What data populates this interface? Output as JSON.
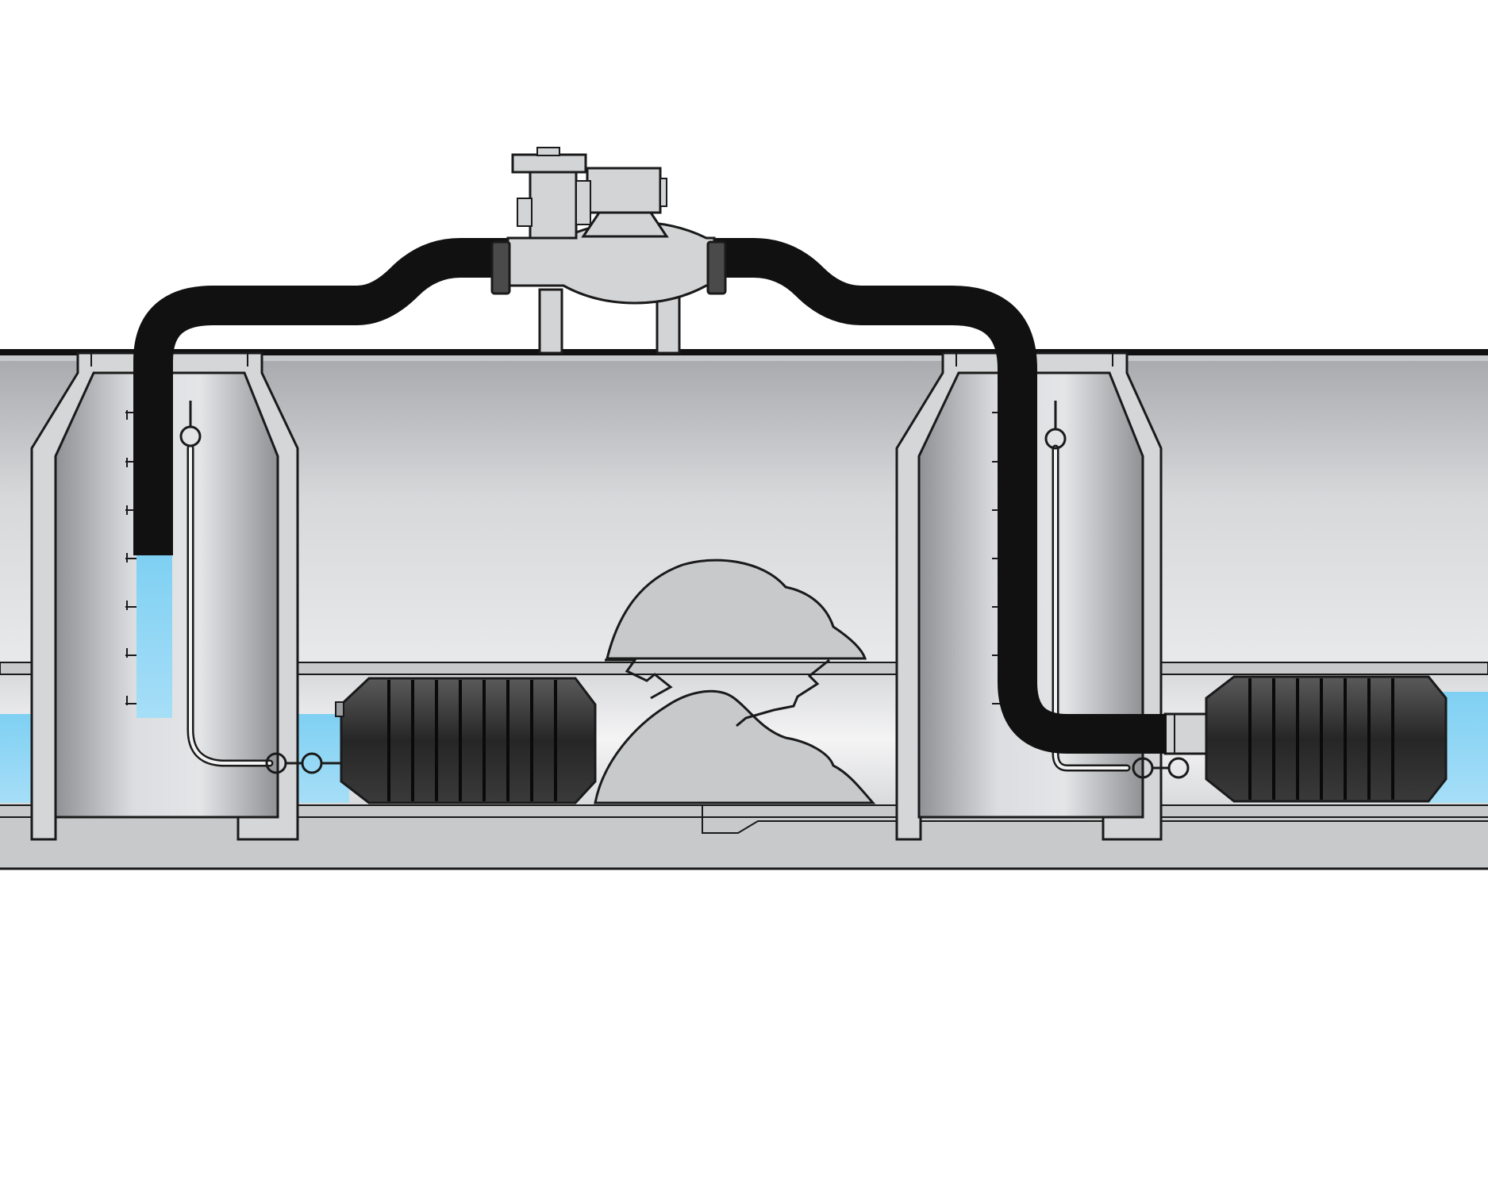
{
  "diagram": {
    "palette": {
      "background": "#ffffff",
      "pipe_wall": "#c9cacc",
      "pipe_interior_light": "#e6e7e9",
      "pipe_interior_dark": "#aeb0b3",
      "manhole_light": "#e0e1e3",
      "manhole_dark": "#9c9ea1",
      "hose": "#111111",
      "water": "#8dd5f5",
      "plug_body": "#2b2b2b",
      "plug_rib": "#4a4a4a",
      "blockage": "#c8c9cb",
      "pump": "#d3d4d6",
      "outline": "#1a1a1a"
    },
    "components": [
      {
        "name": "bypass-pump",
        "icon": "pump-icon"
      },
      {
        "name": "bypass-hose",
        "icon": "hose-icon"
      },
      {
        "name": "upstream-manhole",
        "icon": "manhole-icon"
      },
      {
        "name": "downstream-manhole",
        "icon": "manhole-icon"
      },
      {
        "name": "upstream-pipe-plug",
        "icon": "inflatable-plug-icon"
      },
      {
        "name": "downstream-pipe-plug",
        "icon": "inflatable-plug-icon"
      },
      {
        "name": "pipe-blockage",
        "icon": "debris-icon"
      },
      {
        "name": "sewage-flow",
        "icon": "water-icon"
      }
    ]
  }
}
